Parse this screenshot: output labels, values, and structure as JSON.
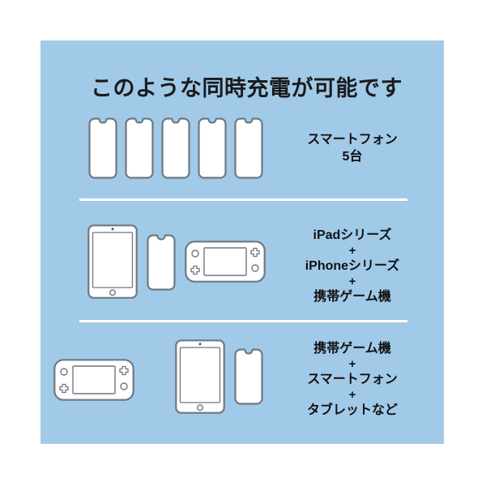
{
  "page": {
    "title": "このような同時充電が可能です",
    "background_color": "#ffffff",
    "panel_color": "#a1cae9",
    "text_color": "#111111",
    "divider_color": "#ffffff",
    "device_outline_color": "#6f7780",
    "device_fill_color": "#ffffff"
  },
  "rows": [
    {
      "id": "row-smartphones",
      "label_lines": [
        "スマートフォン",
        "5台"
      ],
      "devices": [
        {
          "type": "smartphone-notch",
          "count": 5
        }
      ]
    },
    {
      "id": "row-ipad-iphone-game",
      "label_lines": [
        "iPadシリーズ",
        "+",
        "iPhoneシリーズ",
        "+",
        "携帯ゲーム機"
      ],
      "devices": [
        {
          "type": "tablet",
          "count": 1
        },
        {
          "type": "smartphone-notch",
          "count": 1
        },
        {
          "type": "handheld-game-console",
          "count": 1
        }
      ]
    },
    {
      "id": "row-game-smartphone-tablet",
      "label_lines": [
        "携帯ゲーム機",
        "+",
        "スマートフォン",
        "+",
        "タブレットなど"
      ],
      "devices": [
        {
          "type": "handheld-game-console",
          "count": 1
        },
        {
          "type": "tablet",
          "count": 1
        },
        {
          "type": "smartphone-notch",
          "count": 1
        }
      ]
    }
  ],
  "dividers": [
    {
      "id": "divider-1"
    },
    {
      "id": "divider-2"
    }
  ]
}
